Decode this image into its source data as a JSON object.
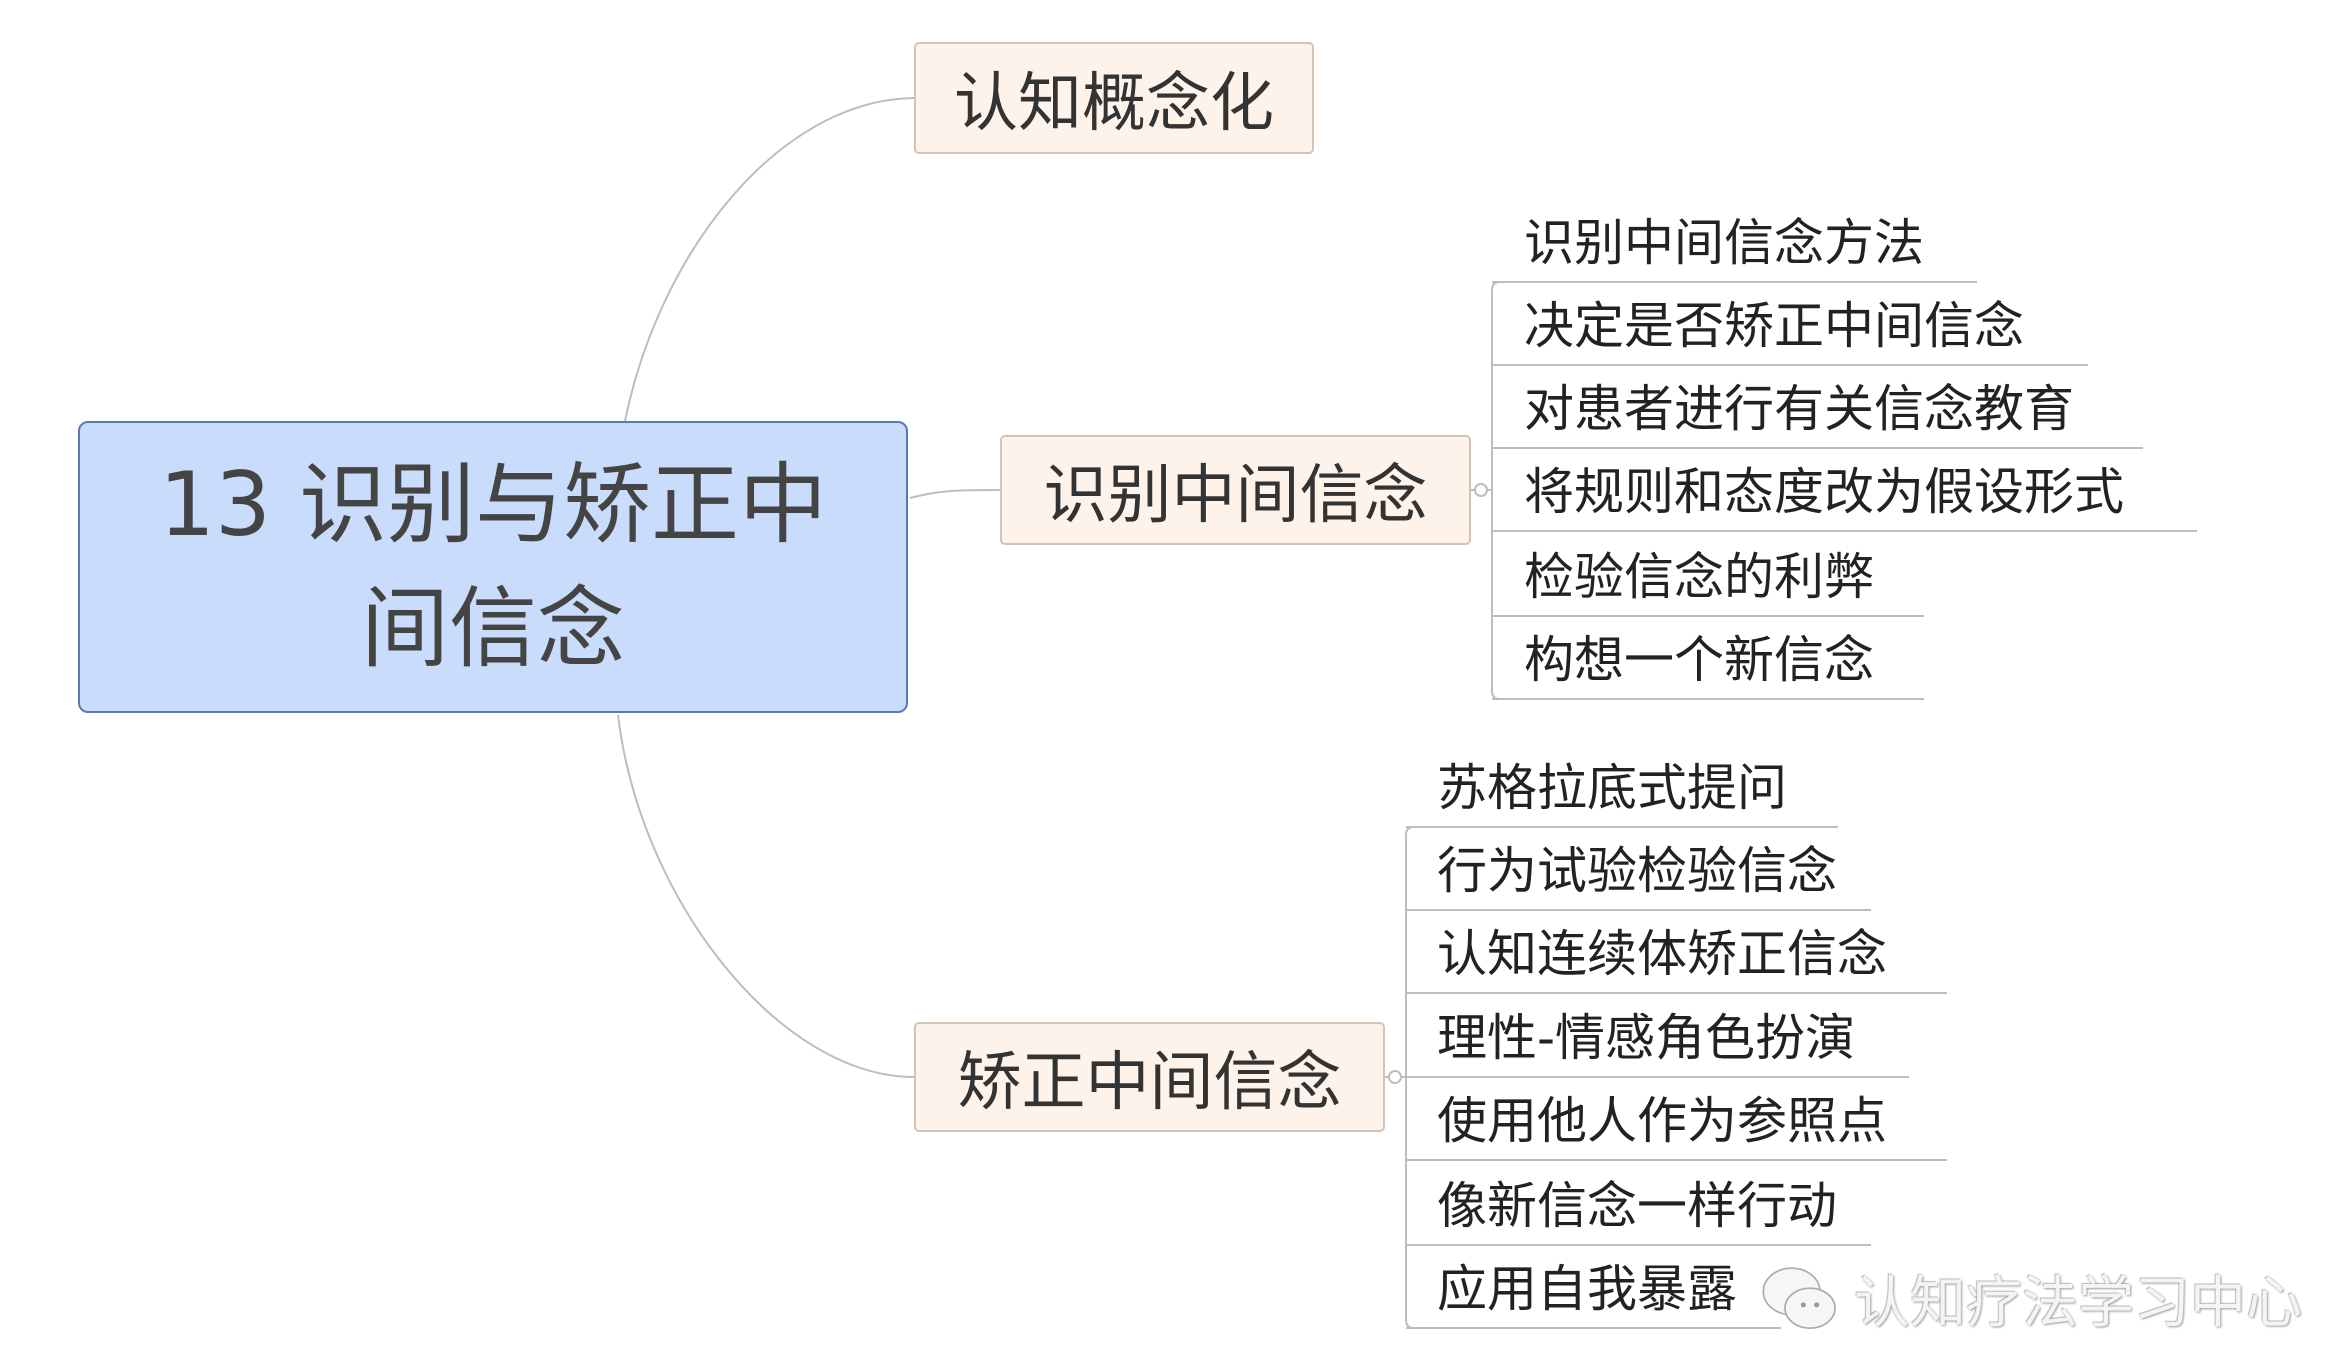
{
  "central": {
    "title": "13 识别与矫正中间信念"
  },
  "topics": [
    {
      "label": "认知概念化"
    },
    {
      "label": "识别中间信念",
      "children": [
        "识别中间信念方法",
        "决定是否矫正中间信念",
        "对患者进行有关信念教育",
        "将规则和态度改为假设形式",
        "检验信念的利弊",
        "构想一个新信念"
      ]
    },
    {
      "label": "矫正中间信念",
      "children": [
        "苏格拉底式提问",
        "行为试验检验信念",
        "认知连续体矫正信念",
        "理性-情感角色扮演",
        "使用他人作为参照点",
        "像新信念一样行动",
        "应用自我暴露"
      ]
    }
  ],
  "watermark": {
    "text": "认知疗法学习中心"
  },
  "colors": {
    "central_fill": "#c9dcfb",
    "topic_fill": "#fdf3ea",
    "line": "#b8b8b8"
  }
}
